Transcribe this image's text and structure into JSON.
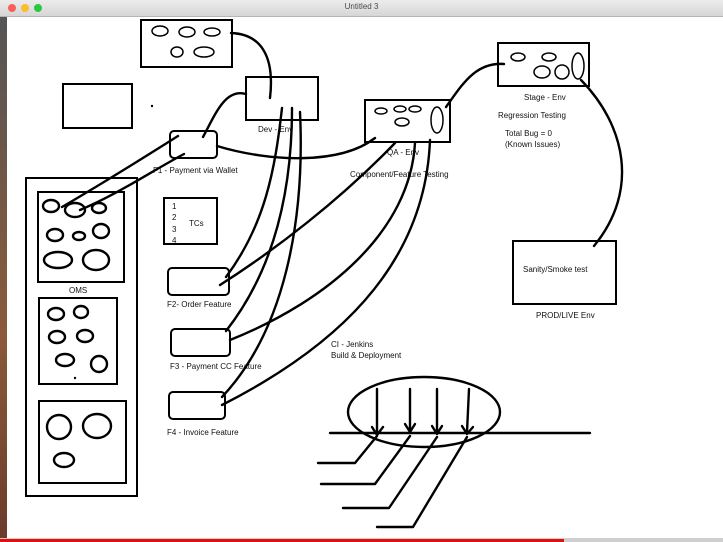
{
  "window": {
    "title": "Untitled 3"
  },
  "playback": {
    "progress_percent": 78
  },
  "labels": {
    "dev_env": "Dev - Env",
    "qa_env": "QA - Env",
    "stage_env": "Stage - Env",
    "regression": "Regression Testing",
    "total_bug": "Total Bug = 0",
    "known_issues": "(Known Issues)",
    "f1": "F1 - Payment via Wallet",
    "component_testing": "Component/Feature Testing",
    "tcs": "TCs",
    "tc_numbers": [
      "1",
      "2",
      "3",
      "4"
    ],
    "oms": "OMS",
    "f2": "F2- Order Feature",
    "f3": "F3 - Payment CC Feature",
    "f4": "F4 - Invoice Feature",
    "sanity": "Sanity/Smoke test",
    "prod": "PROD/LIVE Env",
    "ci": "CI - Jenkins",
    "build": "Build & Deployment"
  }
}
